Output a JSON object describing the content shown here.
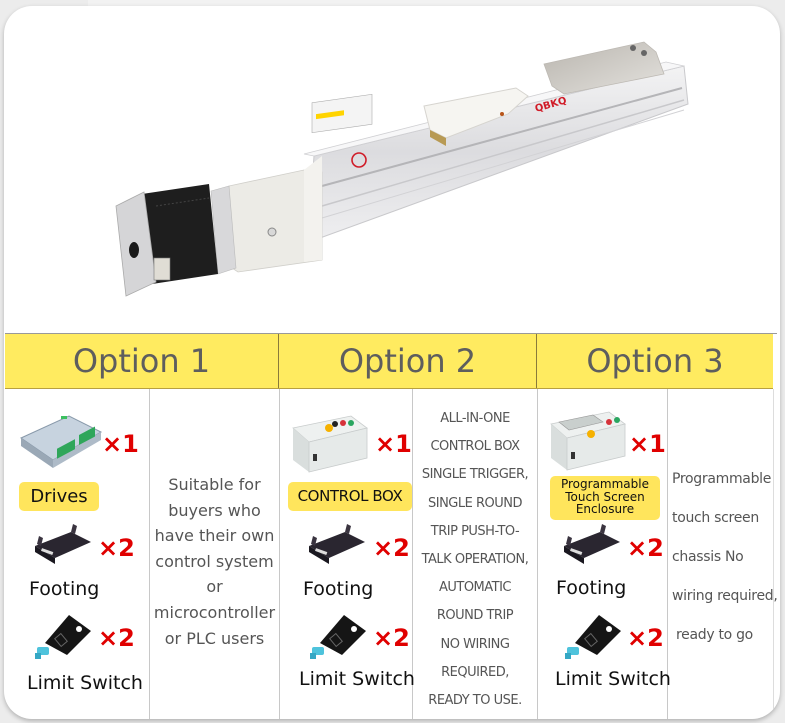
{
  "product": {
    "name": "linear-module-stepper",
    "brand_label": "QBKQ",
    "colors": {
      "body": "#e9e9ea",
      "rail": "#d8d8da",
      "motor": "#1d1d1d",
      "plate": "#f4f3ef",
      "brand": "#d01c28"
    }
  },
  "options": [
    {
      "title": "Option 1",
      "items": [
        {
          "icon": "driver-icon",
          "qty": "×1",
          "label": "Drives",
          "highlight": true
        },
        {
          "icon": "footing-bracket-icon",
          "qty": "×2",
          "label": "Footing",
          "highlight": false
        },
        {
          "icon": "limit-switch-icon",
          "qty": "×2",
          "label": "Limit Switch",
          "highlight": false
        }
      ],
      "description": [
        "Suitable for",
        "buyers who",
        "have their own",
        "control system",
        "or",
        "microcontroller",
        "or PLC users"
      ]
    },
    {
      "title": "Option 2",
      "items": [
        {
          "icon": "control-box-icon",
          "qty": "×1",
          "label": "CONTROL BOX",
          "highlight": true
        },
        {
          "icon": "footing-bracket-icon",
          "qty": "×2",
          "label": "Footing",
          "highlight": false
        },
        {
          "icon": "limit-switch-icon",
          "qty": "×2",
          "label": "Limit Switch",
          "highlight": false
        }
      ],
      "description": [
        "ALL-IN-ONE",
        "CONTROL BOX",
        "SINGLE TRIGGER,",
        "SINGLE ROUND",
        "TRIP PUSH-TO-",
        "TALK OPERATION,",
        "AUTOMATIC",
        "ROUND TRIP",
        "NO WIRING",
        "REQUIRED,",
        "READY TO USE."
      ]
    },
    {
      "title": "Option 3",
      "items": [
        {
          "icon": "touch-screen-enclosure-icon",
          "qty": "×1",
          "label_lines": [
            "Programmable",
            "Touch Screen",
            "Enclosure"
          ],
          "highlight": true
        },
        {
          "icon": "footing-bracket-icon",
          "qty": "×2",
          "label": "Footing",
          "highlight": false
        },
        {
          "icon": "limit-switch-icon",
          "qty": "×2",
          "label": "Limit Switch",
          "highlight": false
        }
      ],
      "description": [
        "Programmable",
        "touch screen",
        "chassis No",
        "wiring required,",
        "ready to go"
      ]
    }
  ],
  "colors": {
    "header_bg": "#ffeb60",
    "badge_bg": "#ffe55c",
    "qty": "#e00000",
    "header_text": "#5e5e5e",
    "desc_text": "#555555"
  }
}
